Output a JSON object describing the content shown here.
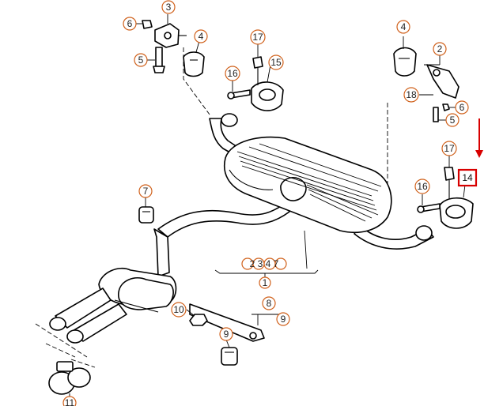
{
  "diagram": {
    "callouts": {
      "c3": "3",
      "c6a": "6",
      "c4a": "4",
      "c5a": "5",
      "c17a": "17",
      "c16a": "16",
      "c15": "15",
      "c4b": "4",
      "c2": "2",
      "c18": "18",
      "c6b": "6",
      "c5b": "5",
      "c17b": "17",
      "c16b": "16",
      "c7": "7",
      "c1": "1",
      "c8": "8",
      "c9a": "9",
      "c10": "10",
      "c9b": "9",
      "c11": "11"
    },
    "group_label": "2 3 4 7",
    "highlight_label": "14",
    "highlight_color": "#d80000",
    "callout_color": "#d0601a"
  }
}
